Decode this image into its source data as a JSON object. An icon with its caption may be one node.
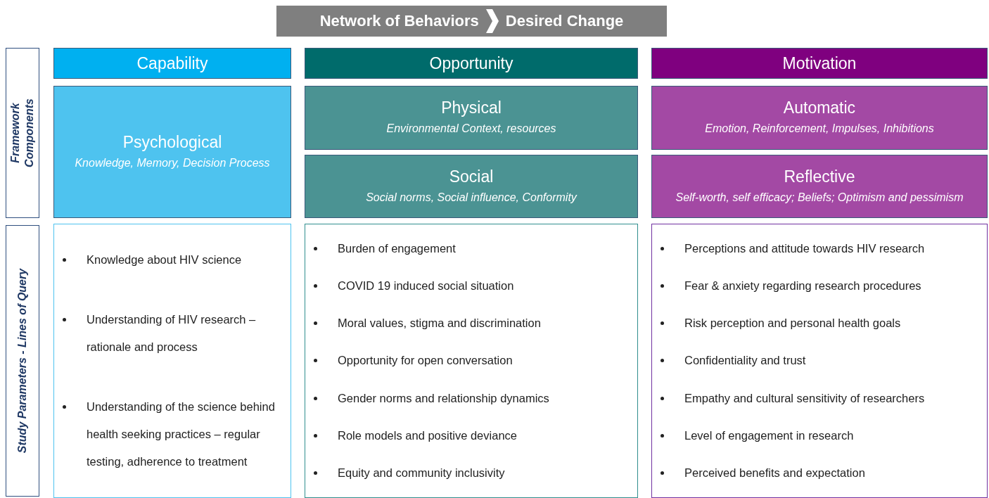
{
  "diagram": {
    "nodes": [
      {
        "text": [
          "Network of Behaviors",
          "Desired Change"
        ]
      },
      {
        "text": [
          "Framework Components"
        ]
      },
      {
        "text": [
          "Study Parameters - Lines of Query"
        ]
      },
      {
        "text": [
          "Capability"
        ]
      },
      {
        "text": [
          "Opportunity"
        ]
      },
      {
        "text": [
          "Motivation"
        ]
      },
      {
        "text": [
          "Psychological",
          "Knowledge, Memory, Decision Process"
        ]
      },
      {
        "text": [
          "Physical",
          "Environmental Context, resources"
        ]
      },
      {
        "text": [
          "Social",
          "Social norms, Social influence, Conformity"
        ]
      },
      {
        "text": [
          "Automatic",
          "Emotion, Reinforcement, Impulses, Inhibitions"
        ]
      },
      {
        "text": [
          "Reflective",
          "Self-worth, self efficacy; Beliefs; Optimism and pessimism"
        ]
      },
      {
        "text": [
          "Knowledge about HIV science",
          "Understanding of HIV research – rationale and process",
          "Understanding of the science behind health seeking practices – regular testing, adherence to treatment"
        ]
      },
      {
        "text": [
          "Burden of engagement",
          "COVID 19 induced social situation",
          "Moral values, stigma and discrimination",
          "Opportunity for open conversation",
          "Gender norms and relationship dynamics",
          "Role models and positive deviance",
          "Equity and community inclusivity"
        ]
      },
      {
        "text": [
          "Perceptions  and attitude towards HIV research",
          "Fear & anxiety regarding research procedures",
          "Risk perception and personal health goals",
          "Confidentiality and trust",
          "Empathy and cultural sensitivity of researchers",
          "Level of engagement in research",
          "Perceived benefits and expectation"
        ]
      }
    ],
    "edges": []
  }
}
